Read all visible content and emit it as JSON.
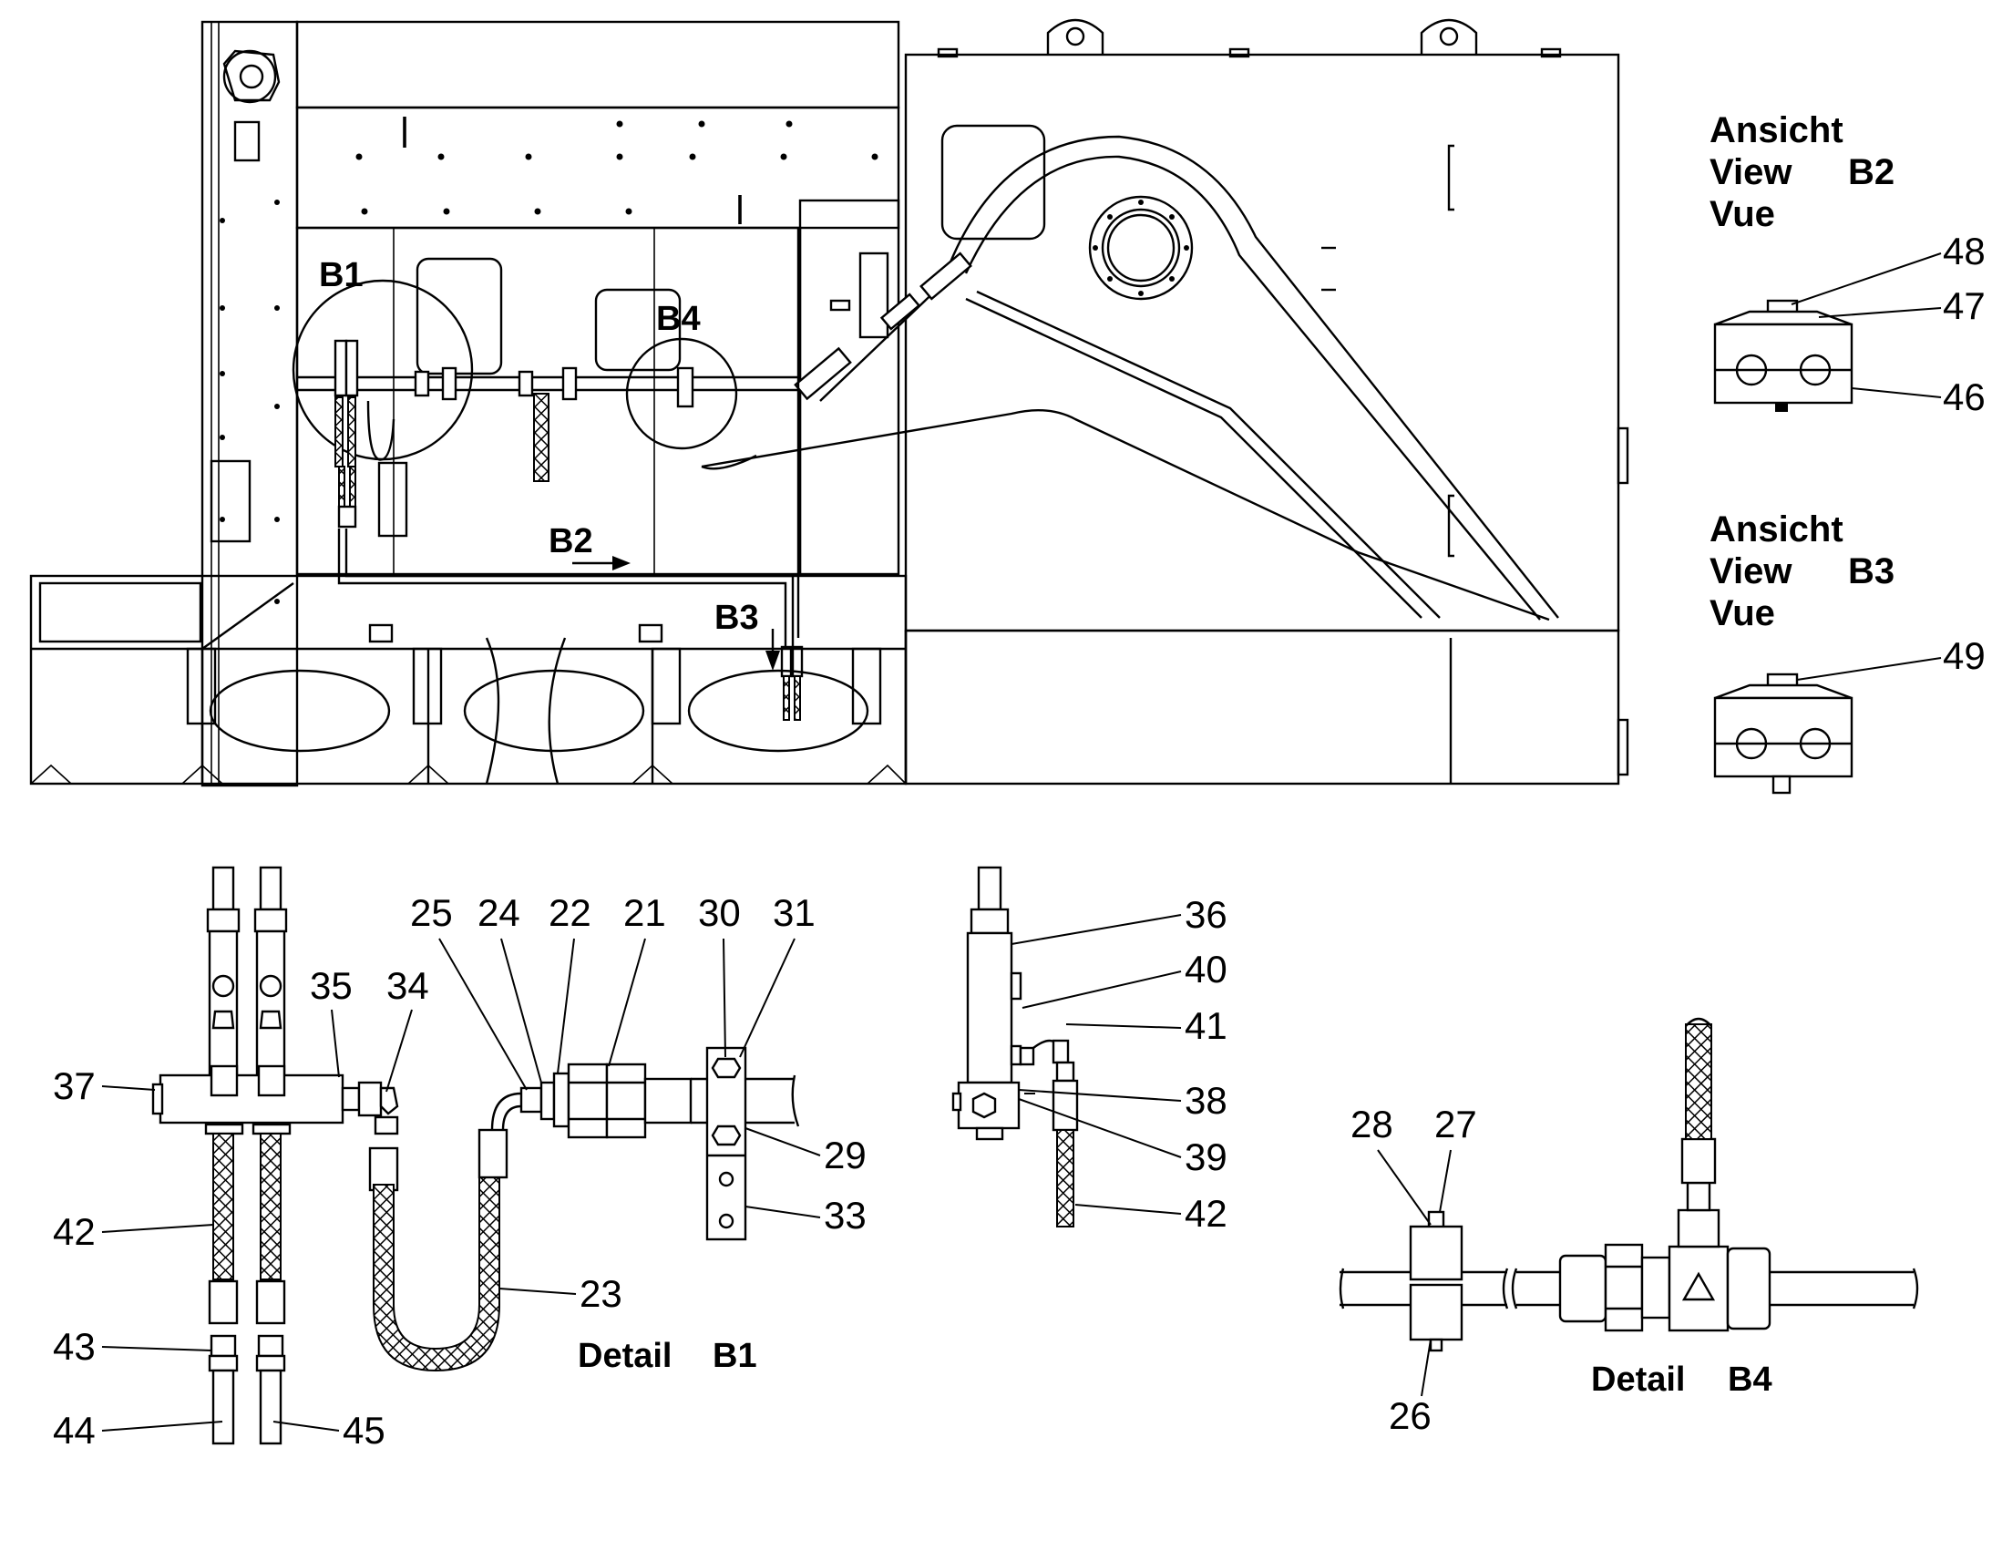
{
  "views": {
    "b2": {
      "lines": [
        "Ansicht",
        "View",
        "Vue"
      ],
      "code": "B2"
    },
    "b3": {
      "lines": [
        "Ansicht",
        "View",
        "Vue"
      ],
      "code": "B3"
    }
  },
  "callouts": {
    "b1": "B1",
    "b2": "B2",
    "b3": "B3",
    "b4": "B4"
  },
  "details": {
    "b1": {
      "word": "Detail",
      "code": "B1"
    },
    "b4": {
      "word": "Detail",
      "code": "B4"
    }
  },
  "parts": {
    "p21": "21",
    "p22": "22",
    "p23": "23",
    "p24": "24",
    "p25": "25",
    "p26": "26",
    "p27": "27",
    "p28": "28",
    "p29": "29",
    "p30": "30",
    "p31": "31",
    "p33": "33",
    "p34": "34",
    "p35": "35",
    "p36": "36",
    "p37": "37",
    "p38": "38",
    "p39": "39",
    "p40": "40",
    "p41": "41",
    "p42a": "42",
    "p42b": "42",
    "p43": "43",
    "p44": "44",
    "p45": "45",
    "p46": "46",
    "p47": "47",
    "p48": "48",
    "p49": "49"
  }
}
